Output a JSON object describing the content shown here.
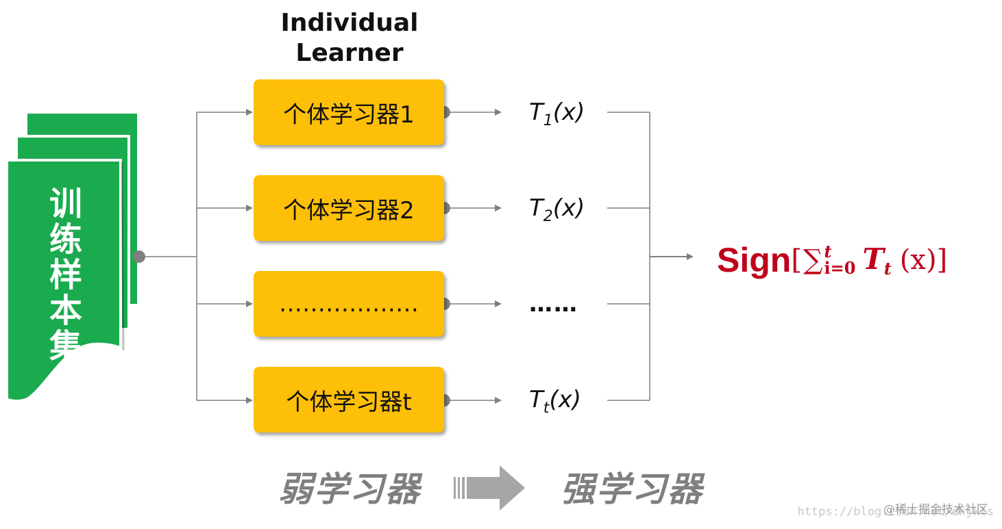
{
  "title": {
    "line1": "Individual",
    "line2": "Learner"
  },
  "sample_set": {
    "chars": [
      "训",
      "练",
      "样",
      "本",
      "集"
    ],
    "color": "#1aab4f"
  },
  "learners": [
    {
      "label": "个体学习器1",
      "output": {
        "base": "T",
        "sub": "1",
        "arg": "(x)"
      }
    },
    {
      "label": "个体学习器2",
      "output": {
        "base": "T",
        "sub": "2",
        "arg": "(x)"
      }
    },
    {
      "label": "………………",
      "output": {
        "text": "……"
      }
    },
    {
      "label": "个体学习器t",
      "output": {
        "base": "T",
        "sub": "t",
        "arg": "(x)"
      }
    }
  ],
  "formula": {
    "sign": "Sign",
    "open": "[",
    "sum": "∑",
    "upper": "t",
    "lower": "i=0",
    "T": "T",
    "T_sub": "t",
    "arg": "(x)",
    "close": "]",
    "color": "#c0001b"
  },
  "bottom": {
    "weak": "弱学习器",
    "strong": "强学习器"
  },
  "watermark": {
    "url": "https://blog.csdn.net/dkjkls",
    "overlay": "@稀土掘金技术社区"
  },
  "colors": {
    "box": "#fdbf07",
    "connector": "#7f7f7f",
    "bottom_text": "#7f7f7f"
  }
}
